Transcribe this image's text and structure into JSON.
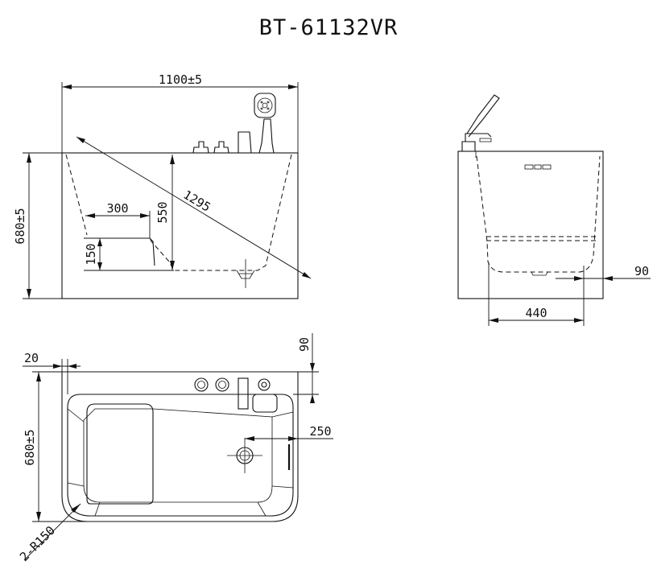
{
  "title": "BT-61132VR",
  "front_view": {
    "dim_length": "1100±5",
    "dim_height": "680±5",
    "dim_diagonal": "1295",
    "dim_depth": "550",
    "dim_seat_width": "300",
    "dim_seat_height": "150"
  },
  "side_view": {
    "dim_drain_offset": "90",
    "dim_inner_width": "440"
  },
  "top_view": {
    "dim_wall": "20",
    "dim_ledge": "90",
    "dim_width": "680±5",
    "dim_drain": "250",
    "dim_radius": "2-R150"
  },
  "colors": {
    "line": "#111111",
    "background": "#ffffff"
  }
}
